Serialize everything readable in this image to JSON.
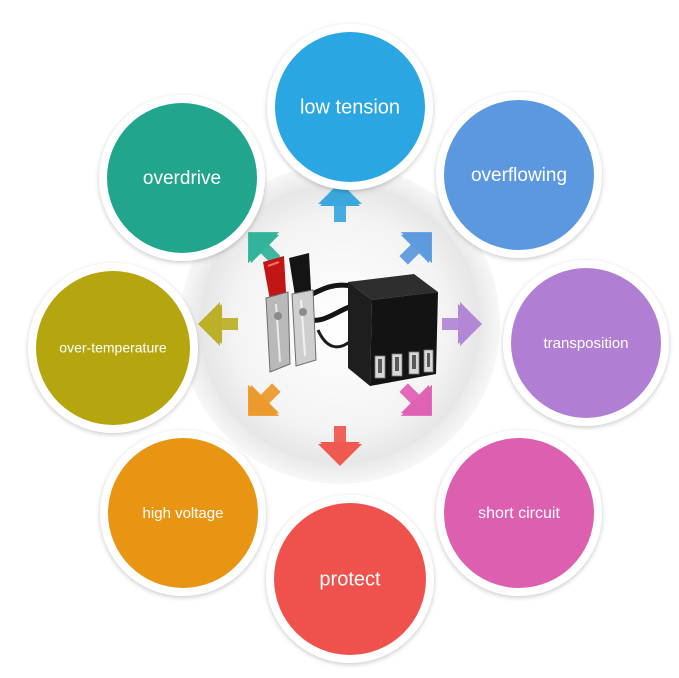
{
  "nodes": [
    {
      "id": "low-tension",
      "label": "low tension",
      "color": "#2aa6e2"
    },
    {
      "id": "overflowing",
      "label": "overflowing",
      "color": "#5b98e0"
    },
    {
      "id": "transposition",
      "label": "transposition",
      "color": "#b07fd3"
    },
    {
      "id": "short-circuit",
      "label": "short circuit",
      "color": "#dc5fb0"
    },
    {
      "id": "protect",
      "label": "protect",
      "color": "#ef524d"
    },
    {
      "id": "high-voltage",
      "label": "high voltage",
      "color": "#e89514"
    },
    {
      "id": "over-temperature",
      "label": "over-temperature",
      "color": "#b5a60f"
    },
    {
      "id": "overdrive",
      "label": "overdrive",
      "color": "#21a68d"
    }
  ],
  "arrow_colors": [
    "#3aa8dc",
    "#5d9ade",
    "#b487d6",
    "#e062b4",
    "#ee5a50",
    "#ec9a2c",
    "#bcb02a",
    "#33b39a"
  ],
  "center_device": {
    "icon": "usb-charger-with-alligator-clips-icon"
  }
}
